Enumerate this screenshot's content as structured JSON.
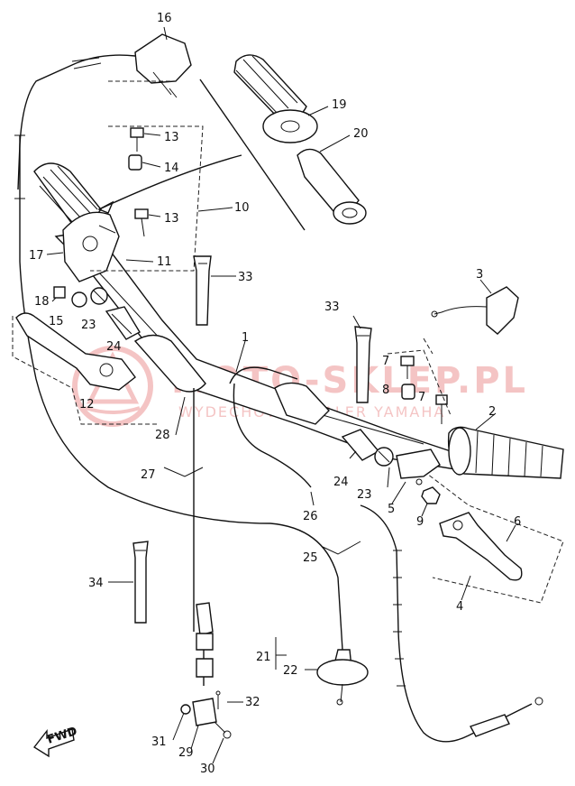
{
  "watermark": {
    "line1": "MOTO-SKLEP.PL",
    "line2": "WYDECHOWY DEALER YAMAHA",
    "color": "#e05a5a"
  },
  "fwd_label": "FWD",
  "callouts": [
    {
      "id": "16",
      "text": "16"
    },
    {
      "id": "19",
      "text": "19"
    },
    {
      "id": "20",
      "text": "20"
    },
    {
      "id": "13a",
      "text": "13"
    },
    {
      "id": "14",
      "text": "14"
    },
    {
      "id": "13b",
      "text": "13"
    },
    {
      "id": "10",
      "text": "10"
    },
    {
      "id": "11",
      "text": "11"
    },
    {
      "id": "17",
      "text": "17"
    },
    {
      "id": "33a",
      "text": "33"
    },
    {
      "id": "3",
      "text": "3"
    },
    {
      "id": "18",
      "text": "18"
    },
    {
      "id": "15",
      "text": "15"
    },
    {
      "id": "23a",
      "text": "23"
    },
    {
      "id": "33b",
      "text": "33"
    },
    {
      "id": "24a",
      "text": "24"
    },
    {
      "id": "1",
      "text": "1"
    },
    {
      "id": "7a",
      "text": "7"
    },
    {
      "id": "12",
      "text": "12"
    },
    {
      "id": "8",
      "text": "8"
    },
    {
      "id": "7b",
      "text": "7"
    },
    {
      "id": "2",
      "text": "2"
    },
    {
      "id": "28",
      "text": "28"
    },
    {
      "id": "27",
      "text": "27"
    },
    {
      "id": "24b",
      "text": "24"
    },
    {
      "id": "23b",
      "text": "23"
    },
    {
      "id": "5",
      "text": "5"
    },
    {
      "id": "9",
      "text": "9"
    },
    {
      "id": "26",
      "text": "26"
    },
    {
      "id": "6",
      "text": "6"
    },
    {
      "id": "25",
      "text": "25"
    },
    {
      "id": "4",
      "text": "4"
    },
    {
      "id": "34",
      "text": "34"
    },
    {
      "id": "21",
      "text": "21"
    },
    {
      "id": "22",
      "text": "22"
    },
    {
      "id": "32",
      "text": "32"
    },
    {
      "id": "31",
      "text": "31"
    },
    {
      "id": "29",
      "text": "29"
    },
    {
      "id": "30",
      "text": "30"
    }
  ]
}
